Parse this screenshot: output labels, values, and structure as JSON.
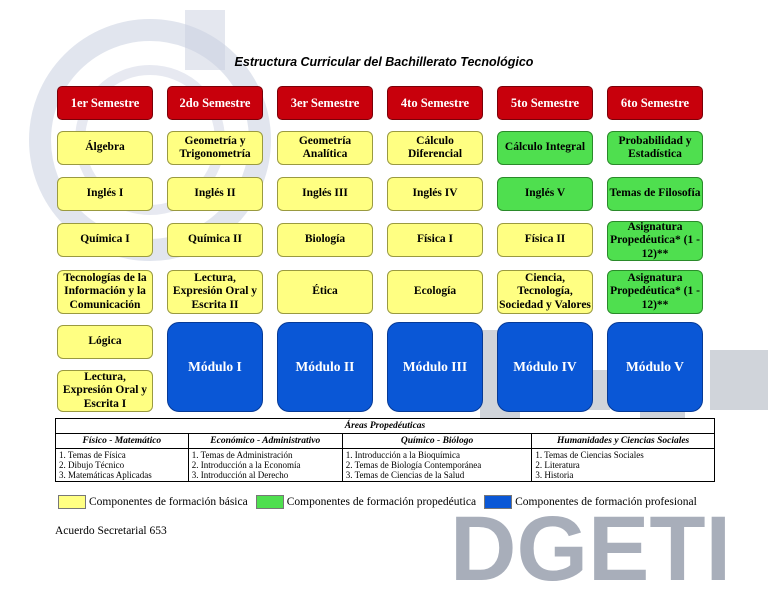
{
  "title": "Estructura Curricular del Bachillerato Tecnológico",
  "watermark": "DGETI",
  "colors": {
    "header": "#c8000c",
    "basica": "#ffff82",
    "propedeutica": "#4fdf4f",
    "profesional": "#0a57d6"
  },
  "semesters": [
    "1er Semestre",
    "2do Semestre",
    "3er Semestre",
    "4to Semestre",
    "5to Semestre",
    "6to Semestre"
  ],
  "subjects": {
    "s1": [
      "Álgebra",
      "Inglés I",
      "Química I",
      "Tecnologías de la Información y la Comunicación",
      "Lógica",
      "Lectura, Expresión Oral y Escrita I"
    ],
    "s2": [
      "Geometría y Trigonometría",
      "Inglés II",
      "Química II",
      "Lectura, Expresión Oral y Escrita II"
    ],
    "s3": [
      "Geometría Analítica",
      "Inglés III",
      "Biología",
      "Ética"
    ],
    "s4": [
      "Cálculo Diferencial",
      "Inglés IV",
      "Física I",
      "Ecología"
    ],
    "s5": [
      "Cálculo Integral",
      "Inglés V",
      "Física II",
      "Ciencia, Tecnología, Sociedad y Valores"
    ],
    "s6": [
      "Probabilidad y Estadística",
      "Temas de Filosofía",
      "Asignatura Propedéutica* (1 - 12)**",
      "Asignatura Propedéutica* (1 - 12)**"
    ]
  },
  "modules": [
    "Módulo I",
    "Módulo II",
    "Módulo III",
    "Módulo IV",
    "Módulo V"
  ],
  "areas": {
    "title": "Áreas Propedéuticas",
    "columns": [
      {
        "name": "Físico - Matemático",
        "items": [
          "1. Temas de Física",
          "2. Dibujo Técnico",
          "3. Matemáticas Aplicadas"
        ]
      },
      {
        "name": "Económico - Administrativo",
        "items": [
          "1. Temas de Administración",
          "2. Introducción a la Economía",
          "3. Introducción al Derecho"
        ]
      },
      {
        "name": "Químico - Biólogo",
        "items": [
          "1. Introducción a la Bioquímica",
          "2. Temas de Biología Contemporánea",
          "3. Temas de Ciencias de la Salud"
        ]
      },
      {
        "name": "Humanidades y Ciencias Sociales",
        "items": [
          "1. Temas de Ciencias Sociales",
          "2. Literatura",
          "3. Historia"
        ]
      }
    ]
  },
  "legend": [
    "Componentes de formación básica",
    "Componentes de formación propedéutica",
    "Componentes de formación profesional"
  ],
  "footer": "Acuerdo Secretarial 653"
}
